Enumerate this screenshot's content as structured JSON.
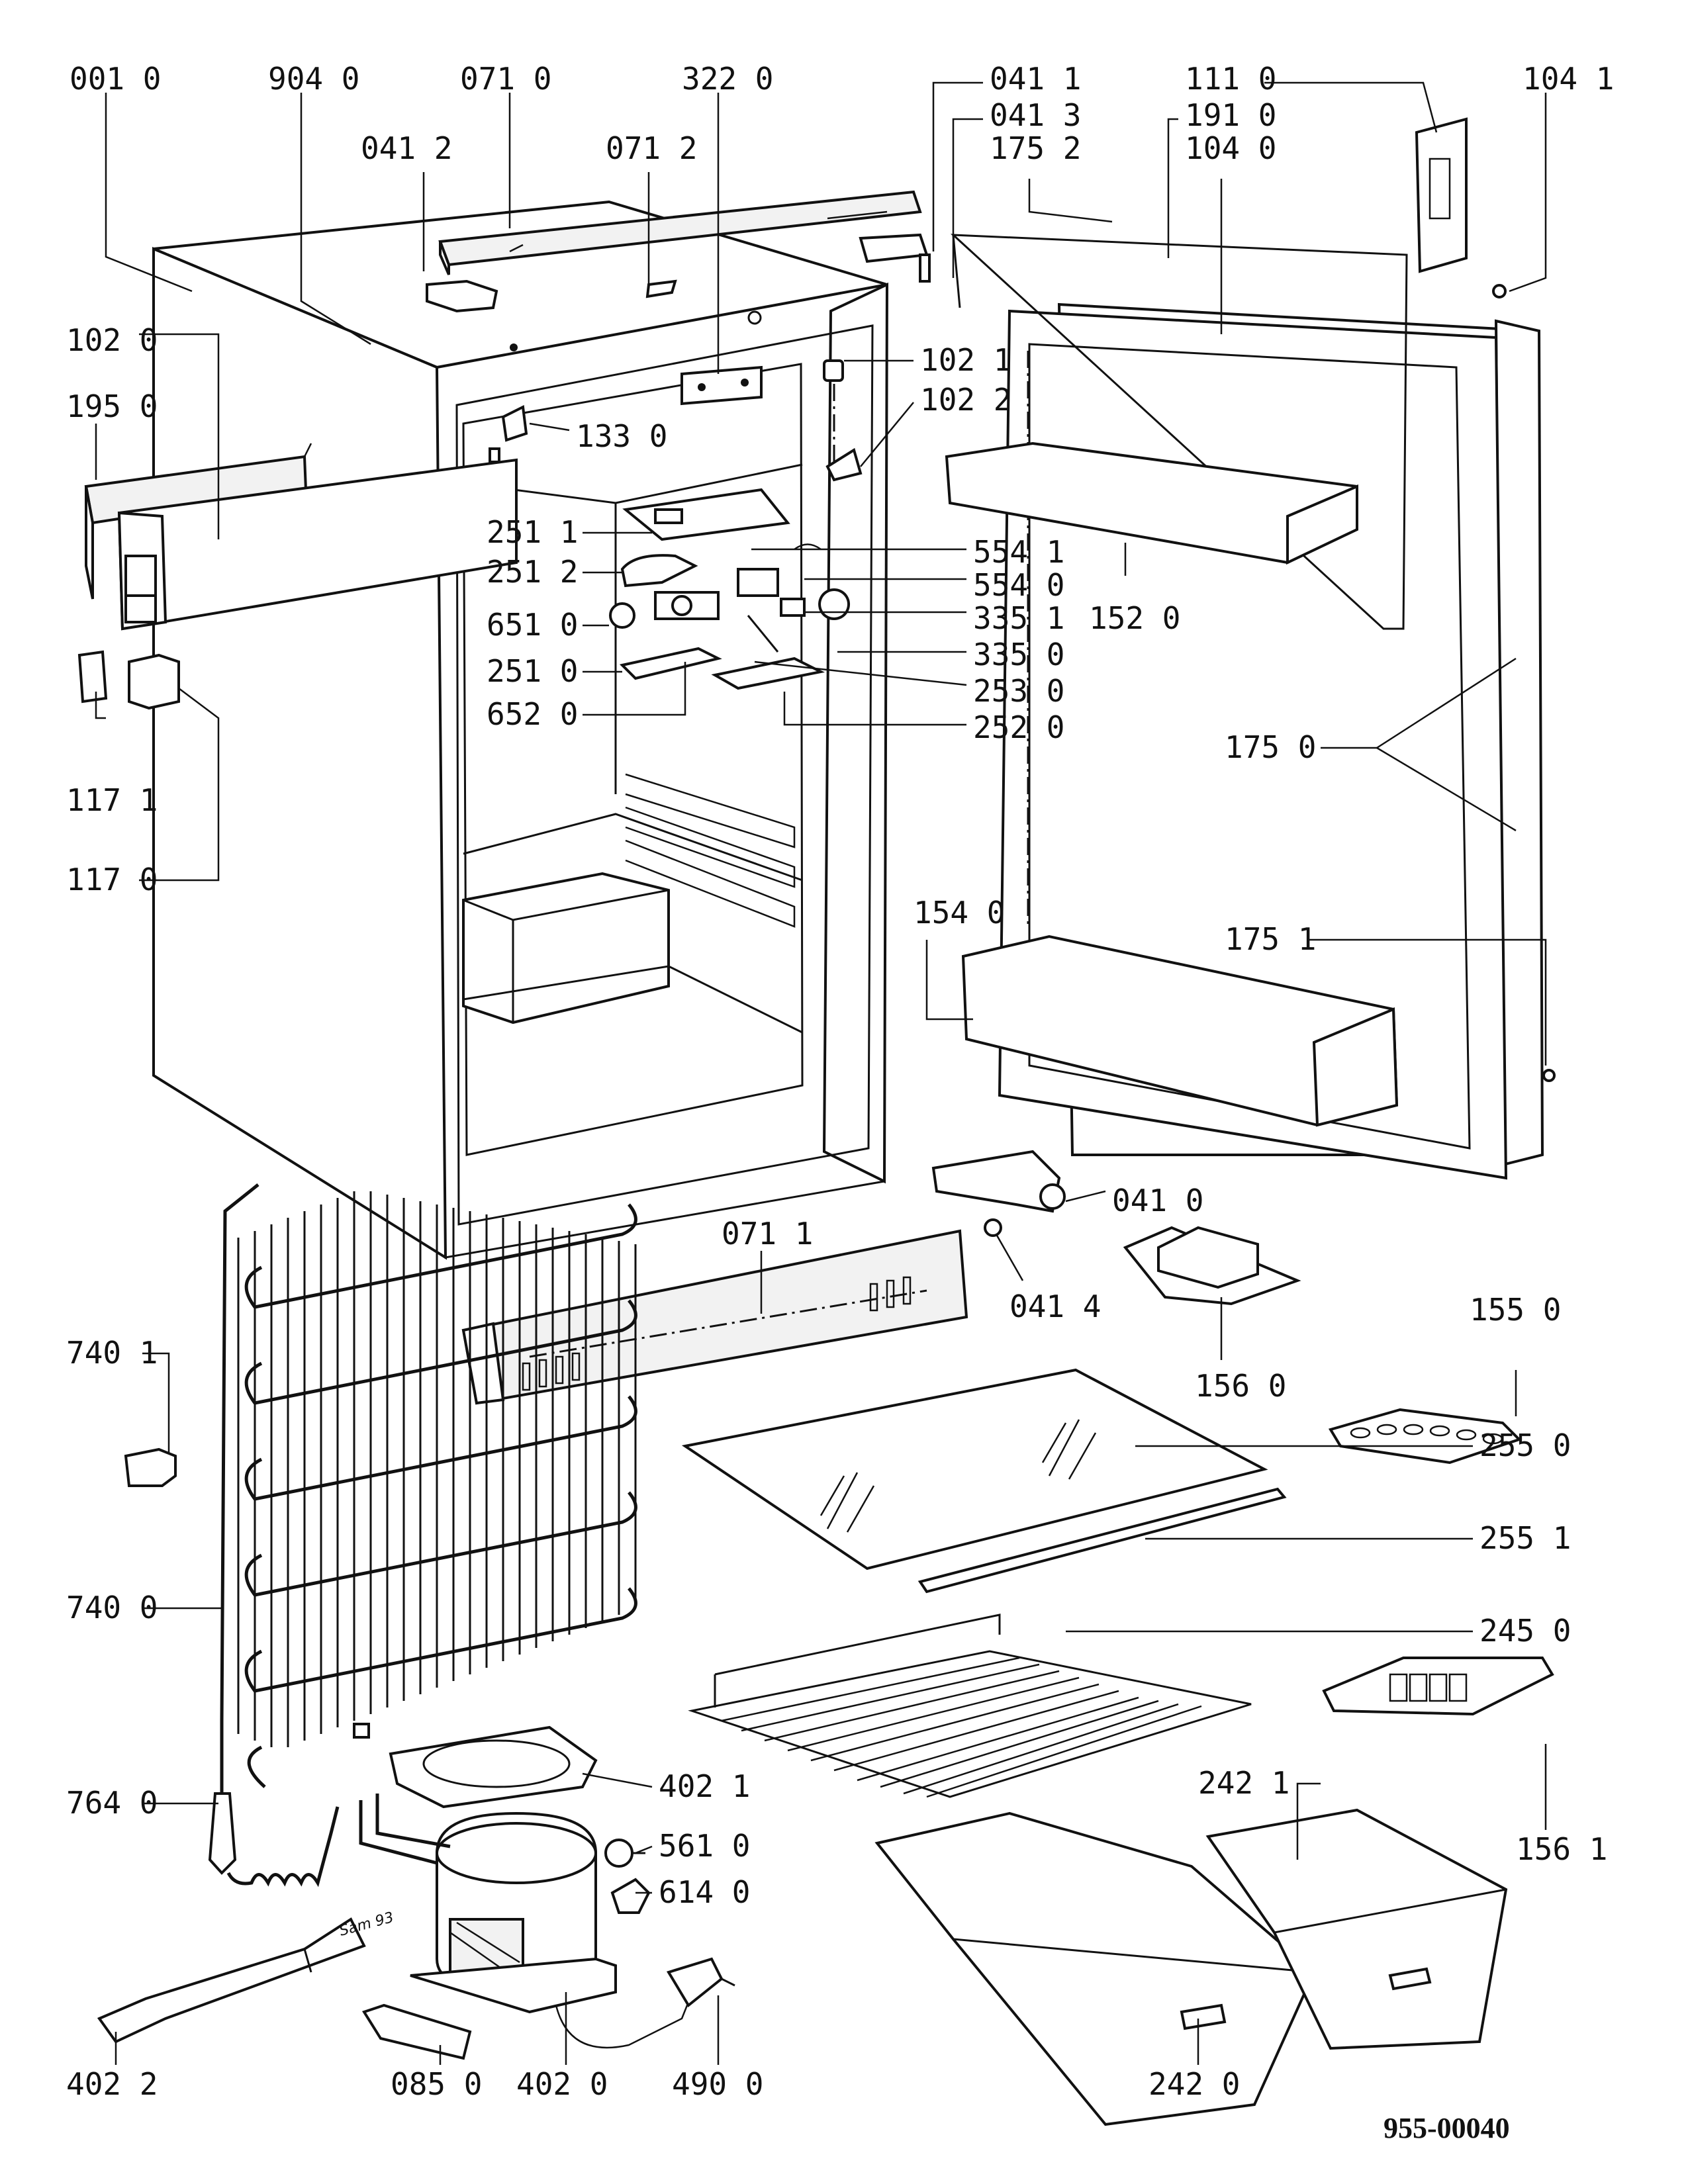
{
  "document": {
    "number": "955-00040"
  },
  "callouts": [
    "001 0",
    "904 0",
    "071 0",
    "322 0",
    "041 1",
    "041 3",
    "111 0",
    "104 1",
    "041 2",
    "071 2",
    "191 0",
    "175 2",
    "104 0",
    "102 0",
    "102 1",
    "195 0",
    "102 2",
    "133 0",
    "251 1",
    "554 1",
    "251 2",
    "554 0",
    "651 0",
    "335 1",
    "152 0",
    "335 0",
    "251 0",
    "253 0",
    "652 0",
    "252 0",
    "175 0",
    "117 1",
    "117 0",
    "154 0",
    "175 1",
    "041 0",
    "071 1",
    "041 4",
    "156 0",
    "155 0",
    "740 1",
    "255 0",
    "255 1",
    "740 0",
    "245 0",
    "402 1",
    "764 0",
    "561 0",
    "614 0",
    "156 1",
    "242 1",
    "402 2",
    "085 0",
    "402 0",
    "490 0",
    "242 0"
  ],
  "compressor_marking": "Sam 93"
}
